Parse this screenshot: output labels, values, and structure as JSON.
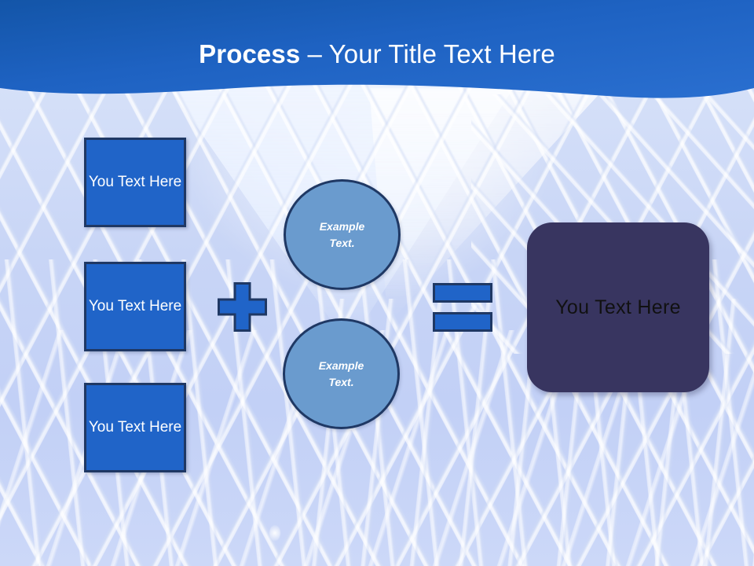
{
  "slide": {
    "header": {
      "title_strong": "Process",
      "title_rest": " – Your Title Text Here",
      "banner_color": "#1f60be",
      "banner_color_dark": "#1355a8",
      "title_color": "#ffffff"
    },
    "background": {
      "description": "glass building facade",
      "base_color": "#c9d6f5",
      "highlight_color": "#e6eeff",
      "line_color": "#ffffff"
    },
    "inputs": {
      "boxes": [
        {
          "label": "You Text Here"
        },
        {
          "label": "You Text Here"
        },
        {
          "label": "You Text Here"
        }
      ],
      "fill_color": "#2064c8",
      "border_color": "#1f3864",
      "text_color": "#ffffff"
    },
    "operators": {
      "plus": {
        "symbol": "+",
        "name": "plus-sign"
      },
      "equals": {
        "symbol": "=",
        "name": "equals-sign"
      },
      "fill_color": "#2064c8",
      "border_color": "#1f3864"
    },
    "circles": {
      "items": [
        {
          "line1": "Example",
          "line2": "Text."
        },
        {
          "line1": "Example",
          "line2": "Text."
        }
      ],
      "fill_color": "#6a9bce",
      "border_color": "#1f3864",
      "text_color": "#ffffff"
    },
    "result": {
      "label": "You Text Here",
      "fill_color": "#383560",
      "text_color": "#111111"
    }
  }
}
